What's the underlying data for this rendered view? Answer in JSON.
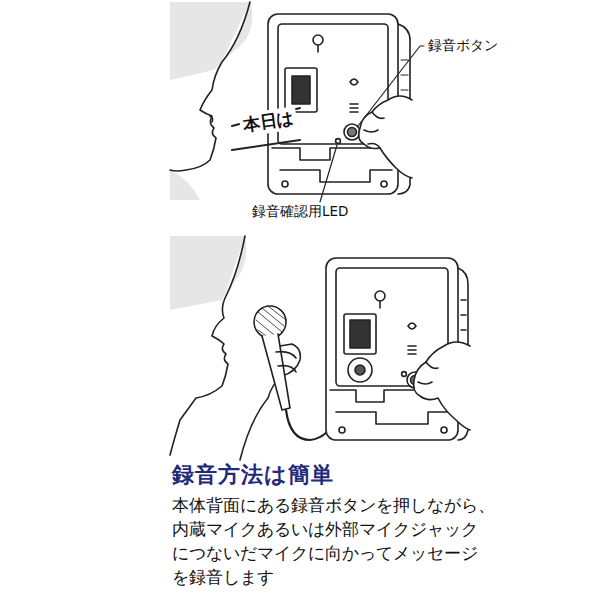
{
  "diagram": {
    "title": "録音方法は簡単",
    "caption": "本体背面にある録音ボタンを押しながら、 内蔵マイクあるいは外部マイクジャック につないだマイクに向かってメッセージ を録音します",
    "labels": [
      "録音ボタン",
      "本日は",
      "録音確認用LED"
    ]
  }
}
